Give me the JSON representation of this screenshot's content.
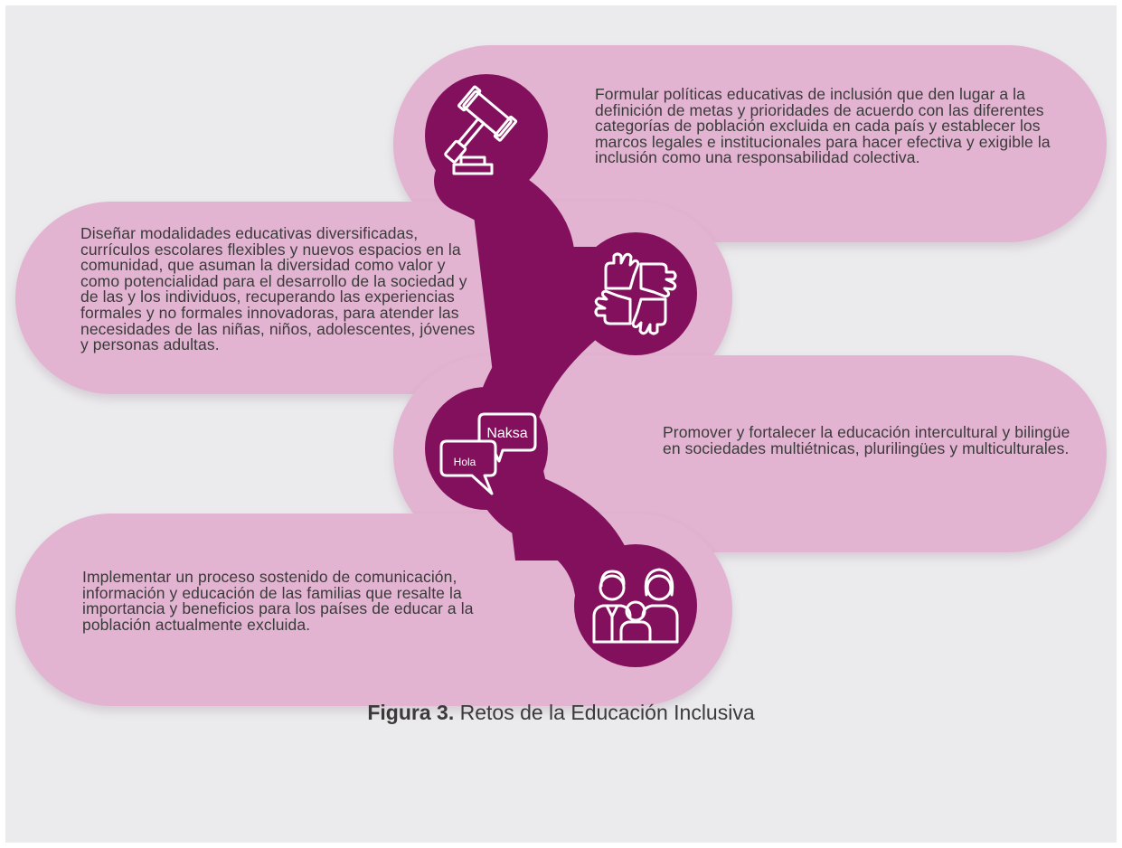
{
  "figure": {
    "items": [
      {
        "text": "Formular políticas educativas de inclusión que den lugar a la definición de metas y prioridades de acuerdo con las diferentes categorías de población excluida en cada país y establecer los marcos legales e institucionales para hacer efectiva y exigible la inclusión como una responsabilidad colectiva.",
        "icon": "gavel-icon"
      },
      {
        "text": "Diseñar modalidades educativas diversificadas, currículos escolares flexibles y nuevos espacios en la comunidad, que asuman la diversidad como valor y como potencialidad para el desarrollo de la sociedad y de las y los individuos, recuperando las experiencias formales y no formales innovadoras, para atender las necesidades de las niñas, niños, adolescentes, jóvenes y personas adultas.",
        "icon": "joined-hands-icon"
      },
      {
        "text": "Promover y fortalecer la educación intercultural y bilingüe en sociedades multiétnicas, plurilingües y multiculturales.",
        "icon": "speech-bubbles-icon"
      },
      {
        "text": "Implementar un proceso sostenido de comunicación, información y educación de las familias que resalte la importancia y beneficios para los países de educar a la población actualmente excluida.",
        "icon": "family-icon"
      }
    ],
    "bubble_words": {
      "front": "Hola",
      "back": "Naksa"
    },
    "caption_label": "Figura 3.",
    "caption_text": " Retos de la Educación Inclusiva",
    "colors": {
      "background": "#ebebed",
      "pill": "#e2b4d1",
      "accent": "#83105c",
      "text": "#3a3a3a"
    }
  }
}
